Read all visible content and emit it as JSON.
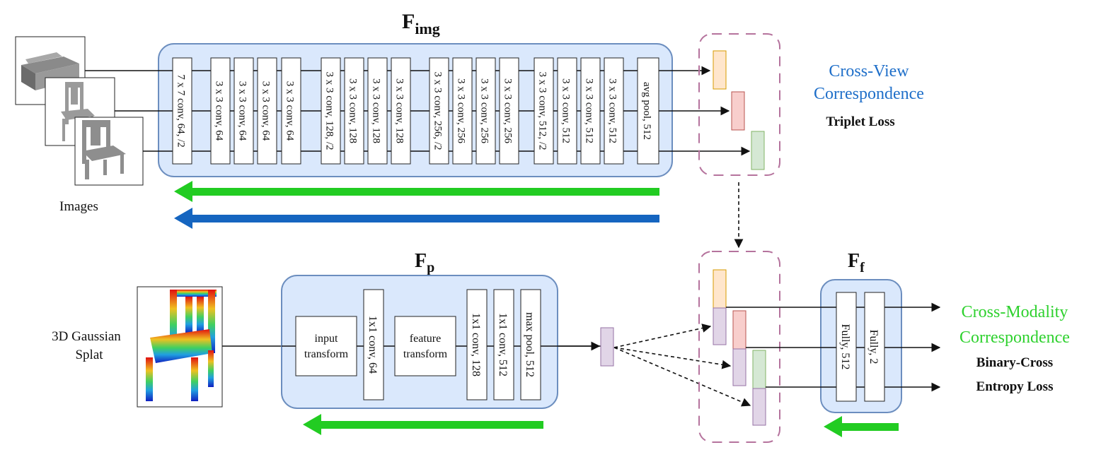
{
  "titles": {
    "f_img": "F",
    "f_img_sub": "img",
    "f_p": "F",
    "f_p_sub": "p",
    "f_f": "F",
    "f_f_sub": "f"
  },
  "images_label": "Images",
  "splat_label_1": "3D Gaussian",
  "splat_label_2": "Splat",
  "cross_view": {
    "line1": "Cross-View",
    "line2": "Correspondence",
    "loss": "Triplet Loss"
  },
  "cross_modality": {
    "line1": "Cross-Modality",
    "line2": "Correspondence",
    "loss1": "Binary-Cross",
    "loss2": "Entropy Loss"
  },
  "img_layers": [
    "7 x 7 conv, 64, /2",
    "3 x 3 conv, 64",
    "3 x 3 conv, 64",
    "3 x 3 conv, 64",
    "3 x 3 conv, 64",
    "3 x 3 conv, 128, /2",
    "3 x 3 conv, 128",
    "3 x 3 conv, 128",
    "3 x 3 conv, 128",
    "3 x 3 conv, 256, /2",
    "3 x 3 conv, 256",
    "3 x 3 conv, 256",
    "3 x 3 conv, 256",
    "3 x 3 conv, 512, /2",
    "3 x 3 conv, 512",
    "3 x 3 conv, 512",
    "3 x 3 conv, 512",
    "avg pool, 512"
  ],
  "p_blocks": {
    "input_transform_1": "input",
    "input_transform_2": "transform",
    "conv64": "1x1 conv, 64",
    "feature_transform_1": "feature",
    "feature_transform_2": "transform",
    "conv128": "1x1 conv, 128",
    "conv512": "1x1 conv, 512",
    "maxpool": "max pool, 512"
  },
  "f_layers": [
    "Fully, 512",
    "Fully, 2"
  ],
  "colors": {
    "panel_fill": "#dae8fc",
    "panel_stroke": "#6c8ebf",
    "green_arrow": "#22cc22",
    "blue_arrow": "#1565c0",
    "dash_box": "#b5739d",
    "feat_orange": "#ffe6cc",
    "feat_orange_stroke": "#d79b00",
    "feat_red": "#f8cecc",
    "feat_red_stroke": "#b85450",
    "feat_green": "#d5e8d4",
    "feat_green_stroke": "#82b366",
    "feat_purple": "#e1d5e7",
    "feat_purple_stroke": "#9673a6"
  }
}
